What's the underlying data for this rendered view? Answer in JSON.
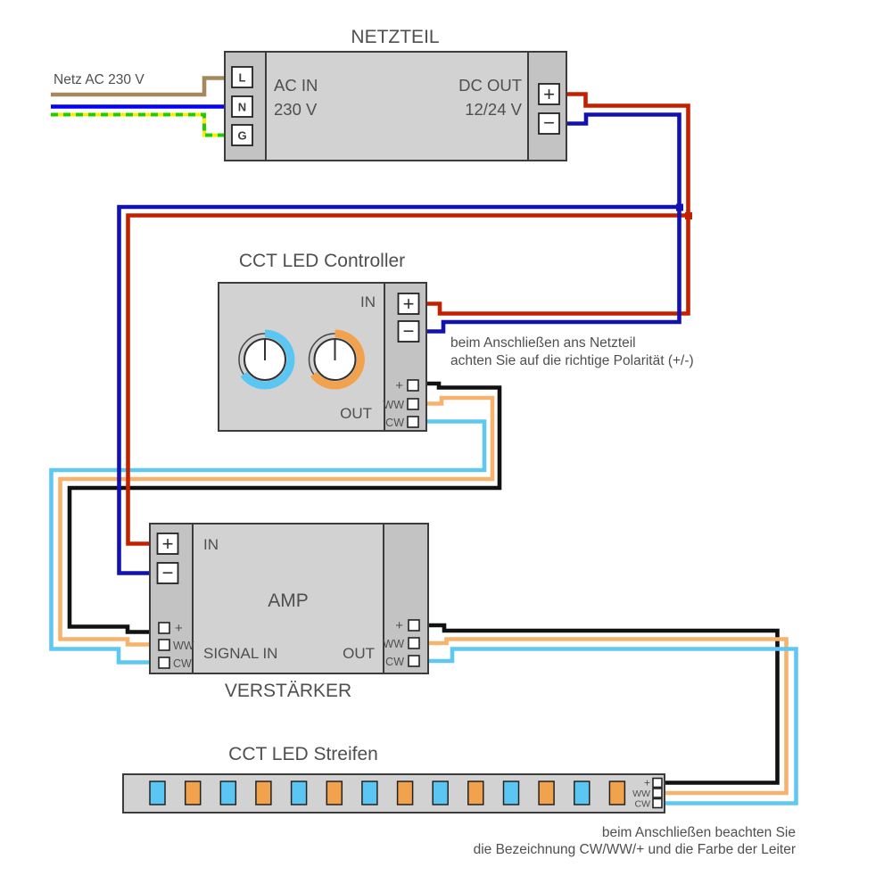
{
  "colors": {
    "wire_red": "#c42000",
    "wire_navy": "#1212b0",
    "wire_blue": "#0404f0",
    "wire_brown": "#a5885c",
    "wire_yellow": "#f8ef00",
    "wire_green": "#1ecc00",
    "wire_black": "#111111",
    "wire_orange": "#f7b26d",
    "wire_sky": "#5fc8f2",
    "led_blue": "#5bc6f2",
    "led_orange": "#f2a24d",
    "knob_blue_arc": "#5bc6f2",
    "knob_orange_arc": "#f2a24d"
  },
  "symbols": {
    "plus": "+",
    "minus": "−"
  },
  "netzteil": {
    "title": "NETZTEIL",
    "mains_label": "Netz AC 230 V",
    "ac_label": "AC IN",
    "ac_value": "230 V",
    "dc_label": "DC OUT",
    "dc_value": "12/24 V",
    "terminals_in": [
      "L",
      "N",
      "G"
    ]
  },
  "controller": {
    "title": "CCT LED Controller",
    "in_label": "IN",
    "out_label": "OUT",
    "out_terminals": [
      "+",
      "WW",
      "CW"
    ]
  },
  "amp": {
    "label": "AMP",
    "title_below": "VERSTÄRKER",
    "in_label": "IN",
    "signal_in_label": "SIGNAL IN",
    "out_label": "OUT",
    "signal_terminals": [
      "+",
      "WW",
      "CW"
    ],
    "out_terminals": [
      "+",
      "WW",
      "CW"
    ]
  },
  "strip": {
    "title": "CCT LED Streifen",
    "terminals": [
      "+",
      "WW",
      "CW"
    ],
    "led_count": 14
  },
  "notes": {
    "polarity_1": "beim Anschließen ans Netzteil",
    "polarity_2": "achten Sie auf die richtige Polarität (+/-)",
    "strip_1": "beim Anschließen beachten Sie",
    "strip_2": "die Bezeichnung CW/WW/+ und die Farbe der Leiter"
  }
}
